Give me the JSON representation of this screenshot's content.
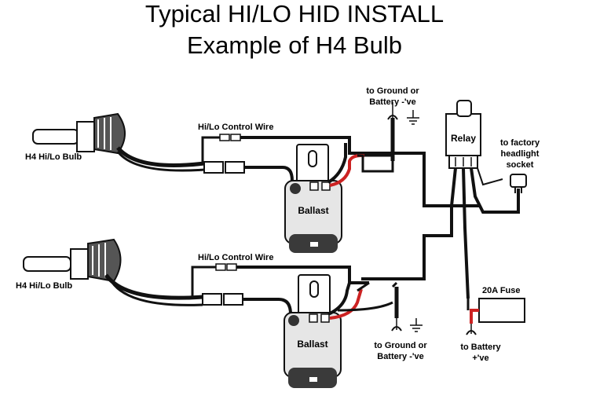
{
  "title": {
    "line1": "Typical HI/LO HID INSTALL",
    "line2": "Example of H4 Bulb"
  },
  "labels": {
    "bulb_top": "H4 Hi/Lo Bulb",
    "bulb_bottom": "H4 Hi/Lo Bulb",
    "control_wire_top": "Hi/Lo Control Wire",
    "control_wire_bottom": "Hi/Lo Control Wire",
    "ballast_top": "Ballast",
    "ballast_bottom": "Ballast",
    "relay": "Relay",
    "ground_top_1": "to Ground or",
    "ground_top_2": "Battery -'ve",
    "ground_bottom_1": "to Ground or",
    "ground_bottom_2": "Battery -'ve",
    "factory_1": "to factory",
    "factory_2": "headlight",
    "factory_3": "socket",
    "fuse": "20A Fuse",
    "battery_1": "to Battery",
    "battery_2": "+'ve"
  },
  "colors": {
    "wire_dark": "#111111",
    "wire_red": "#cc2222",
    "ballast_body": "#e6e6e6",
    "ballast_base": "#3a3a3a"
  }
}
